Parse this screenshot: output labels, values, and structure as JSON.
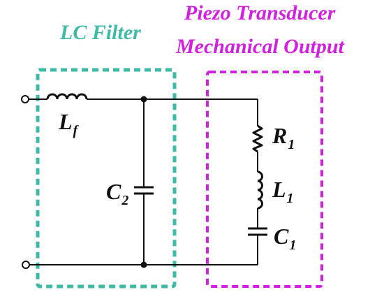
{
  "lc_filter": {
    "title": "LC Filter",
    "title_color": "#3dbba6",
    "inductor": {
      "symbol": "L",
      "subscript": "f"
    },
    "capacitor": {
      "symbol": "C",
      "subscript": "2"
    }
  },
  "piezo": {
    "title_line1": "Piezo Transducer",
    "title_line2": "Mechanical Output",
    "title_color": "#d21fe0",
    "resistor": {
      "symbol": "R",
      "subscript": "1"
    },
    "inductor": {
      "symbol": "L",
      "subscript": "1"
    },
    "capacitor": {
      "symbol": "C",
      "subscript": "1"
    }
  },
  "wire_color": "#111111"
}
